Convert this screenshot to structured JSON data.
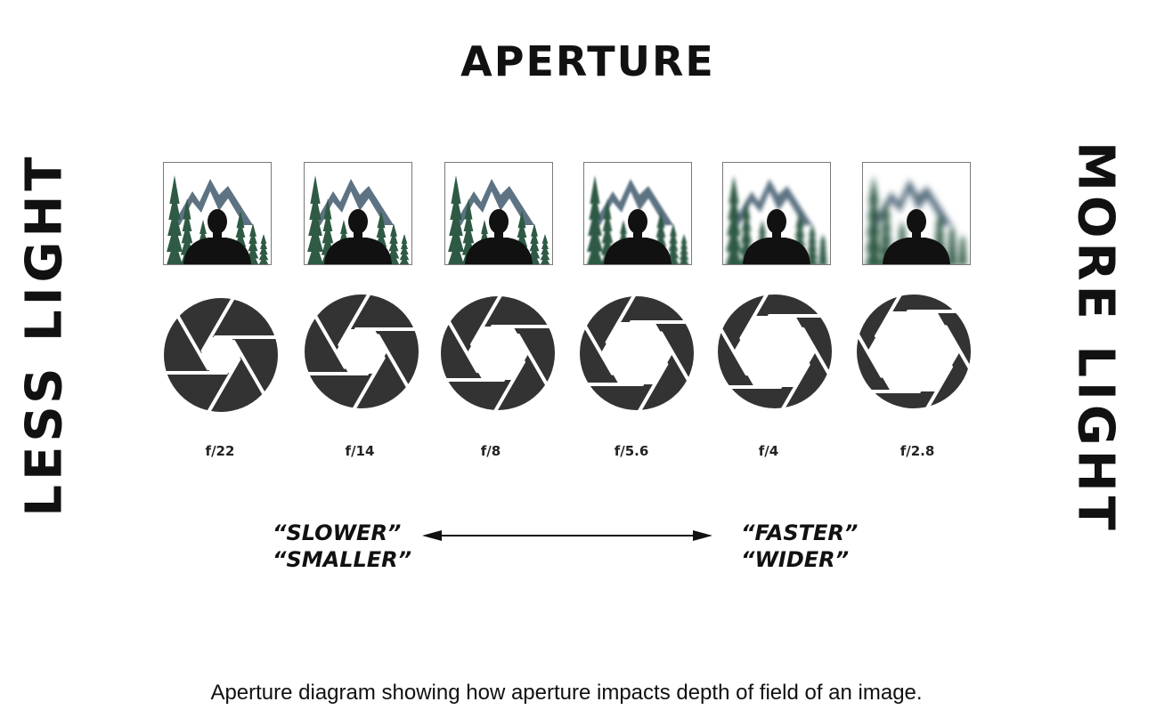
{
  "title": "APERTURE",
  "left_label": "LESS LIGHT",
  "right_label": "MORE LIGHT",
  "stops": [
    {
      "label": "f/22",
      "blur": 0
    },
    {
      "label": "f/14",
      "blur": 0
    },
    {
      "label": "f/8",
      "blur": 0.3
    },
    {
      "label": "f/5.6",
      "blur": 1
    },
    {
      "label": "f/4",
      "blur": 2
    },
    {
      "label": "f/2.8",
      "blur": 3.5
    }
  ],
  "slow_side": {
    "line1": "“SLOWER”",
    "line2": "“SMALLER”"
  },
  "fast_side": {
    "line1": "“FASTER”",
    "line2": "“WIDER”"
  },
  "caption": "Aperture diagram showing how aperture impacts depth of field of an image.",
  "colors": {
    "text": "#111111",
    "blade": "#333333",
    "silhouette": "#111111",
    "mountain": "#5d7383",
    "tree": "#2f5a44"
  }
}
